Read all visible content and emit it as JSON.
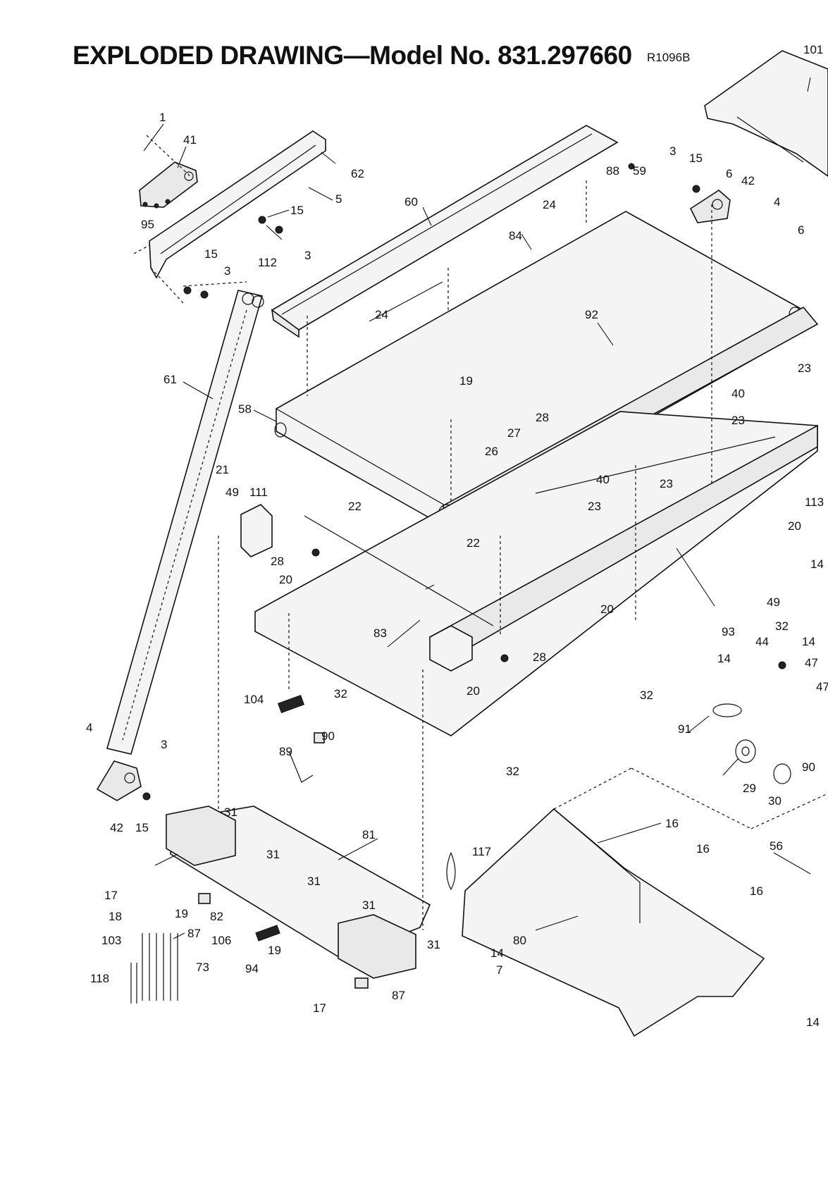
{
  "header": {
    "title": "EXPLODED DRAWING—Model No. 831.297660",
    "revision": "R1096B"
  },
  "callouts": [
    {
      "id": "c1",
      "text": "1"
    },
    {
      "id": "c41",
      "text": "41"
    },
    {
      "id": "c62",
      "text": "62"
    },
    {
      "id": "c5",
      "text": "5"
    },
    {
      "id": "c15a",
      "text": "15"
    },
    {
      "id": "c3a",
      "text": "3"
    },
    {
      "id": "c112",
      "text": "112"
    },
    {
      "id": "c95",
      "text": "95"
    },
    {
      "id": "c15b",
      "text": "15"
    },
    {
      "id": "c3b",
      "text": "3"
    },
    {
      "id": "c60",
      "text": "60"
    },
    {
      "id": "c24a",
      "text": "24"
    },
    {
      "id": "c88",
      "text": "88"
    },
    {
      "id": "c59",
      "text": "59"
    },
    {
      "id": "c3c",
      "text": "3"
    },
    {
      "id": "c15c",
      "text": "15"
    },
    {
      "id": "c6a",
      "text": "6"
    },
    {
      "id": "c42a",
      "text": "42"
    },
    {
      "id": "c4a",
      "text": "4"
    },
    {
      "id": "c101",
      "text": "101"
    },
    {
      "id": "c6b",
      "text": "6"
    },
    {
      "id": "c84",
      "text": "84"
    },
    {
      "id": "c24b",
      "text": "24"
    },
    {
      "id": "c92",
      "text": "92"
    },
    {
      "id": "c61",
      "text": "61"
    },
    {
      "id": "c58",
      "text": "58"
    },
    {
      "id": "c19a",
      "text": "19"
    },
    {
      "id": "c28a",
      "text": "28"
    },
    {
      "id": "c27",
      "text": "27"
    },
    {
      "id": "c26",
      "text": "26"
    },
    {
      "id": "c23a",
      "text": "23"
    },
    {
      "id": "c40a",
      "text": "40"
    },
    {
      "id": "c23b",
      "text": "23"
    },
    {
      "id": "c21",
      "text": "21"
    },
    {
      "id": "c49a",
      "text": "49"
    },
    {
      "id": "c111",
      "text": "111"
    },
    {
      "id": "c22a",
      "text": "22"
    },
    {
      "id": "c40b",
      "text": "40"
    },
    {
      "id": "c23c",
      "text": "23"
    },
    {
      "id": "c23d",
      "text": "23"
    },
    {
      "id": "c113",
      "text": "113"
    },
    {
      "id": "c20a",
      "text": "20"
    },
    {
      "id": "c28b",
      "text": "28"
    },
    {
      "id": "c20b",
      "text": "20"
    },
    {
      "id": "c22b",
      "text": "22"
    },
    {
      "id": "c14a",
      "text": "14"
    },
    {
      "id": "c49b",
      "text": "49"
    },
    {
      "id": "c20c",
      "text": "20"
    },
    {
      "id": "c93",
      "text": "93"
    },
    {
      "id": "c32a",
      "text": "32"
    },
    {
      "id": "c44",
      "text": "44"
    },
    {
      "id": "c14b",
      "text": "14"
    },
    {
      "id": "c47a",
      "text": "47"
    },
    {
      "id": "c14c",
      "text": "14"
    },
    {
      "id": "c47b",
      "text": "47"
    },
    {
      "id": "c83",
      "text": "83"
    },
    {
      "id": "c28c",
      "text": "28"
    },
    {
      "id": "c20d",
      "text": "20"
    },
    {
      "id": "c104",
      "text": "104"
    },
    {
      "id": "c32b",
      "text": "32"
    },
    {
      "id": "c32c",
      "text": "32"
    },
    {
      "id": "c91",
      "text": "91"
    },
    {
      "id": "c4b",
      "text": "4"
    },
    {
      "id": "c3d",
      "text": "3"
    },
    {
      "id": "c90a",
      "text": "90"
    },
    {
      "id": "c89",
      "text": "89"
    },
    {
      "id": "c32d",
      "text": "32"
    },
    {
      "id": "c90b",
      "text": "90"
    },
    {
      "id": "c29",
      "text": "29"
    },
    {
      "id": "c30",
      "text": "30"
    },
    {
      "id": "c42b",
      "text": "42"
    },
    {
      "id": "c15d",
      "text": "15"
    },
    {
      "id": "c31a",
      "text": "31"
    },
    {
      "id": "c81",
      "text": "81"
    },
    {
      "id": "c16a",
      "text": "16"
    },
    {
      "id": "c16b",
      "text": "16"
    },
    {
      "id": "c56",
      "text": "56"
    },
    {
      "id": "c31b",
      "text": "31"
    },
    {
      "id": "c117",
      "text": "117"
    },
    {
      "id": "c17a",
      "text": "17"
    },
    {
      "id": "c31c",
      "text": "31"
    },
    {
      "id": "c18",
      "text": "18"
    },
    {
      "id": "c19b",
      "text": "19"
    },
    {
      "id": "c82",
      "text": "82"
    },
    {
      "id": "c31d",
      "text": "31"
    },
    {
      "id": "c16c",
      "text": "16"
    },
    {
      "id": "c103",
      "text": "103"
    },
    {
      "id": "c87a",
      "text": "87"
    },
    {
      "id": "c106",
      "text": "106"
    },
    {
      "id": "c31e",
      "text": "31"
    },
    {
      "id": "c80",
      "text": "80"
    },
    {
      "id": "c19c",
      "text": "19"
    },
    {
      "id": "c14d",
      "text": "14"
    },
    {
      "id": "c73",
      "text": "73"
    },
    {
      "id": "c118",
      "text": "118"
    },
    {
      "id": "c94",
      "text": "94"
    },
    {
      "id": "c7",
      "text": "7"
    },
    {
      "id": "c17b",
      "text": "17"
    },
    {
      "id": "c87b",
      "text": "87"
    },
    {
      "id": "c14e",
      "text": "14"
    }
  ]
}
